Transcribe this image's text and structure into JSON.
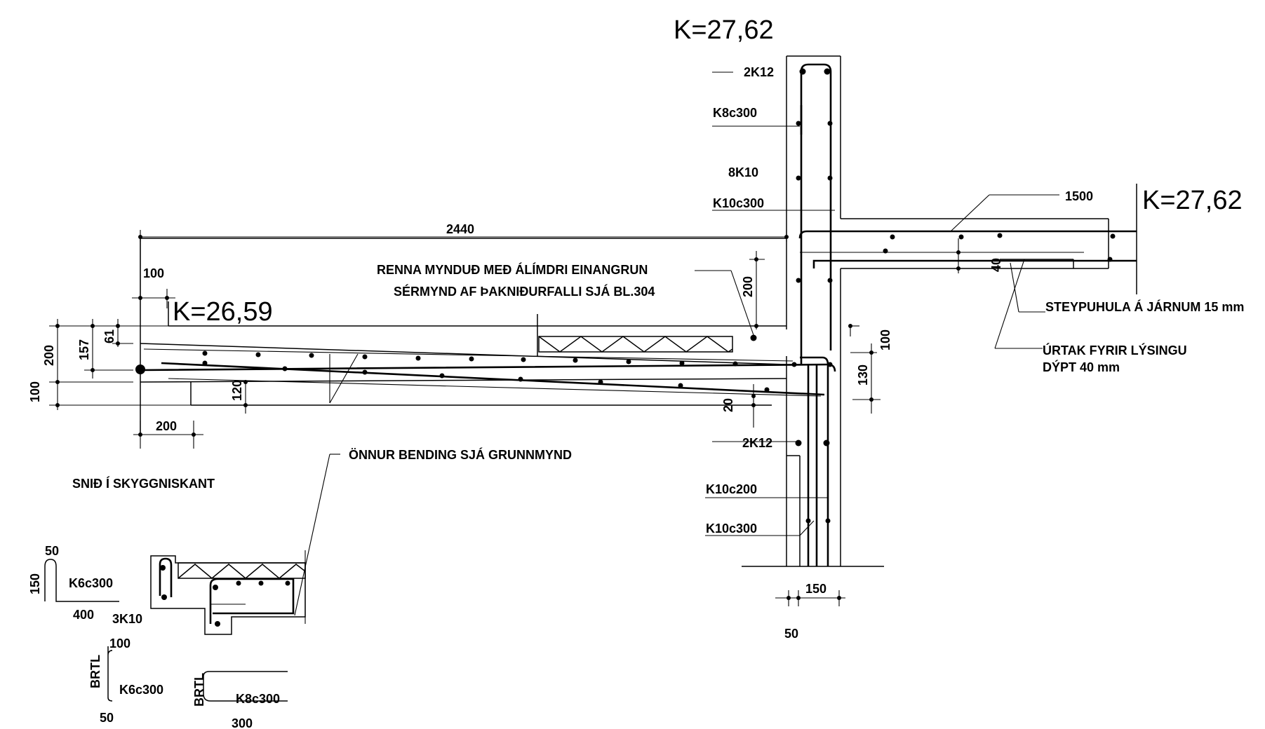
{
  "levels": {
    "wall_top": "K=27,62",
    "slab_right": "K=27,62",
    "canopy_left": "K=26,59"
  },
  "labels": {
    "top_2k12": "2K12",
    "k8c300_wall": "K8c300",
    "k8k10": "8K10",
    "k10c300_top": "K10c300",
    "dim_2440": "2440",
    "dim_1500": "1500",
    "renna_line1": "RENNA MYNDUÐ MEÐ ÁLÍMDRI EINANGRUN",
    "renna_line2": "SÉRMYND AF ÞAKNIÐURFALLI SJÁ BL.304",
    "dim_100_top": "100",
    "dim_200_vert_mid": "200",
    "dim_200_left": "200",
    "dim_157": "157",
    "dim_61": "61",
    "dim_100_left": "100",
    "dim_120": "120",
    "dim_200_bottom": "200",
    "dim_100_right": "100",
    "dim_130": "130",
    "dim_20": "20",
    "dim_40": "40",
    "steypuhula": "STEYPUHULA Á JÁRNUM 15 mm",
    "urtak_line1": "ÚRTAK FYRIR LÝSINGU",
    "urtak_line2": "DÝPT 40 mm",
    "bottom_2k12": "2K12",
    "onnur_bending": "ÖNNUR BENDING SJÁ GRUNNMYND",
    "section_title": "SNIÐ Í SKYGGNISKANT",
    "k10c200": "K10c200",
    "k10c300_bottom": "K10c300",
    "dim_150_wall": "150",
    "dim_50_wall": "50",
    "stirrup1_top": "50",
    "stirrup1_height": "150",
    "stirrup1_label": "K6c300",
    "stirrup1_len": "400",
    "bars_3k10": "3K10",
    "stirrup2_top": "100",
    "stirrup2_brtl": "BRTL",
    "stirrup2_label": "K6c300",
    "stirrup2_bottom": "50",
    "stirrup3_brtl": "BRTL",
    "stirrup3_label": "K8c300",
    "stirrup3_len": "300"
  }
}
